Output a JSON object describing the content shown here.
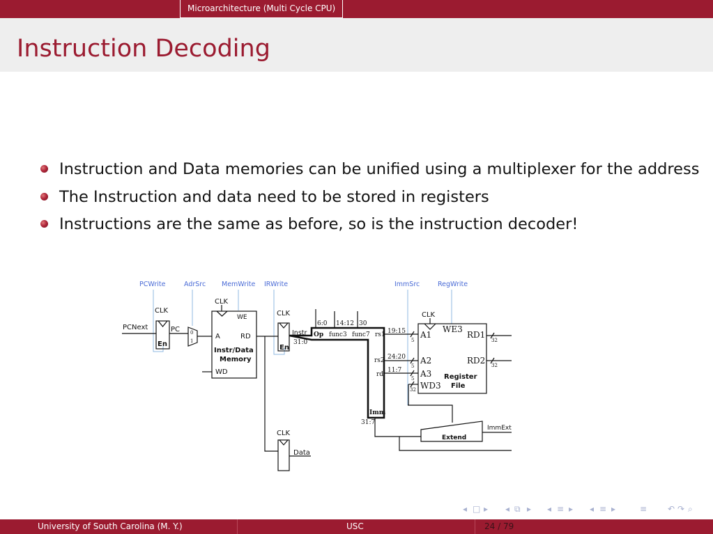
{
  "header": {
    "section": "Microarchitecture (Multi Cycle CPU)"
  },
  "slide": {
    "title": "Instruction Decoding",
    "bullets": [
      "Instruction and Data memories can be unified using a multiplexer for the address",
      "The Instruction and data need to be stored in registers",
      "Instructions are the same as before, so is the instruction decoder!"
    ]
  },
  "diagram": {
    "control_signals": {
      "pcwrite": "PCWrite",
      "adrsrc": "AdrSrc",
      "memwrite": "MemWrite",
      "irwrite": "IRWrite",
      "immsrc": "ImmSrc",
      "regwrite": "RegWrite"
    },
    "pc_register": {
      "clk": "CLK",
      "in": "PCNext",
      "out": "PC",
      "en": "En"
    },
    "mux": {
      "in0": "0",
      "in1": "1"
    },
    "memory": {
      "clk": "CLK",
      "we": "WE",
      "a": "A",
      "rd": "RD",
      "wd": "WD",
      "name_line1": "Instr/Data",
      "name_line2": "Memory"
    },
    "instr_register": {
      "clk": "CLK",
      "en": "En",
      "out": "Instr",
      "range": "31:0"
    },
    "data_register": {
      "clk": "CLK",
      "out": "Data"
    },
    "fields": {
      "b_6_0": "6:0",
      "b_14_12": "14:12",
      "b_30": "30",
      "op": "Op",
      "func3": "func3",
      "func7": "func7",
      "rs1": "rs1",
      "b_19_15": "19:15",
      "rs2": "rs2",
      "b_24_20": "24:20",
      "rd": "rd",
      "b_11_7": "11:7",
      "imm": "Imm",
      "b_31_7": "31:7"
    },
    "register_file": {
      "clk": "CLK",
      "we3": "WE3",
      "a1": "A1",
      "a2": "A2",
      "a3": "A3",
      "wd3": "WD3",
      "rd1": "RD1",
      "rd2": "RD2",
      "name_line1": "Register",
      "name_line2": "File"
    },
    "widths": {
      "w5": "5",
      "w32": "32"
    },
    "extend": {
      "label": "Extend",
      "out": "ImmExt"
    }
  },
  "nav": {
    "symbols": [
      "◂",
      "□",
      "▸",
      "◂",
      "⧉",
      "▸",
      "◂",
      "≡",
      "▸",
      "◂",
      "≡",
      "▸",
      "≡",
      "↶",
      "↷",
      "⌕"
    ]
  },
  "footer": {
    "left": "University of South Carolina  (M. Y.)",
    "center": "USC",
    "page": "24 / 79"
  }
}
